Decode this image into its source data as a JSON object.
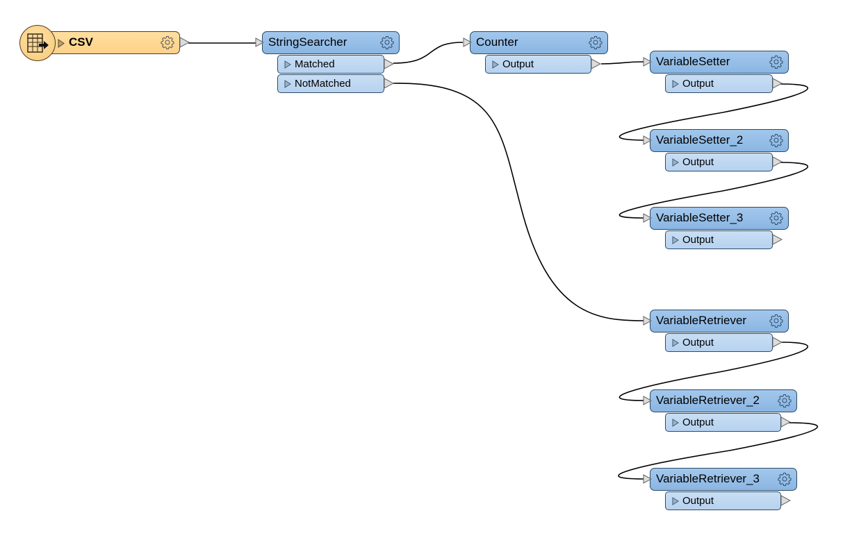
{
  "reader": {
    "title": "CSV"
  },
  "nodes": [
    {
      "id": "stringsearcher",
      "title": "StringSearcher",
      "ports": [
        "Matched",
        "NotMatched"
      ]
    },
    {
      "id": "counter",
      "title": "Counter",
      "ports": [
        "Output"
      ]
    },
    {
      "id": "variablesetter",
      "title": "VariableSetter",
      "ports": [
        "Output"
      ]
    },
    {
      "id": "variablesetter_2",
      "title": "VariableSetter_2",
      "ports": [
        "Output"
      ]
    },
    {
      "id": "variablesetter_3",
      "title": "VariableSetter_3",
      "ports": [
        "Output"
      ]
    },
    {
      "id": "variableretriever",
      "title": "VariableRetriever",
      "ports": [
        "Output"
      ]
    },
    {
      "id": "variableretriever_2",
      "title": "VariableRetriever_2",
      "ports": [
        "Output"
      ]
    },
    {
      "id": "variableretriever_3",
      "title": "VariableRetriever_3",
      "ports": [
        "Output"
      ]
    }
  ],
  "connections": [
    {
      "from": "reader",
      "to": "stringsearcher"
    },
    {
      "from": "stringsearcher.Matched",
      "to": "counter"
    },
    {
      "from": "counter.Output",
      "to": "variablesetter"
    },
    {
      "from": "variablesetter.Output",
      "to": "variablesetter_2"
    },
    {
      "from": "variablesetter_2.Output",
      "to": "variablesetter_3"
    },
    {
      "from": "stringsearcher.NotMatched",
      "to": "variableretriever"
    },
    {
      "from": "variableretriever.Output",
      "to": "variableretriever_2"
    },
    {
      "from": "variableretriever_2.Output",
      "to": "variableretriever_3"
    }
  ],
  "colors": {
    "reader_fill": "#fed18a",
    "transformer_fill": "#8ab6e3",
    "port_fill": "#b7d2ef",
    "connection": "#000000"
  },
  "icons": {
    "reader": "table-arrow-icon",
    "settings": "gear-icon",
    "port": "triangle-icon"
  }
}
